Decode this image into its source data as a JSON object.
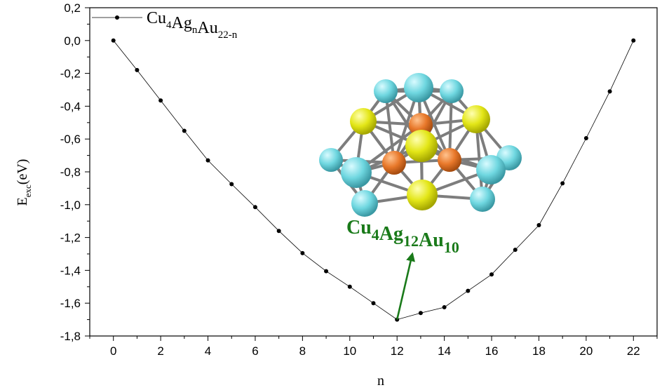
{
  "chart_data": {
    "type": "line",
    "title": "",
    "xlabel": "n",
    "ylabel": {
      "main": "E",
      "sub": "exc",
      "tail": "(eV)"
    },
    "xlim": [
      -1,
      23
    ],
    "ylim": [
      -1.8,
      0.2
    ],
    "xticks": [
      "0",
      "2",
      "4",
      "6",
      "8",
      "10",
      "12",
      "14",
      "16",
      "18",
      "20",
      "22"
    ],
    "xtick_values": [
      0,
      2,
      4,
      6,
      8,
      10,
      12,
      14,
      16,
      18,
      20,
      22
    ],
    "yticks": [
      "0,2",
      "0,0",
      "-0,2",
      "-0,4",
      "-0,6",
      "-0,8",
      "-1,0",
      "-1,2",
      "-1,4",
      "-1,6",
      "-1,8"
    ],
    "ytick_values": [
      0.2,
      0.0,
      -0.2,
      -0.4,
      -0.6,
      -0.8,
      -1.0,
      -1.2,
      -1.4,
      -1.6,
      -1.8
    ],
    "grid": false,
    "legend_position": "top-left",
    "series": [
      {
        "name": "Cu4AgnAu22-n",
        "x": [
          0,
          1,
          2,
          3,
          4,
          5,
          6,
          7,
          8,
          9,
          10,
          11,
          12,
          13,
          14,
          15,
          16,
          17,
          18,
          19,
          20,
          21,
          22
        ],
        "y": [
          0.0,
          -0.18,
          -0.365,
          -0.55,
          -0.73,
          -0.875,
          -1.015,
          -1.16,
          -1.295,
          -1.405,
          -1.5,
          -1.6,
          -1.7,
          -1.66,
          -1.625,
          -1.525,
          -1.425,
          -1.275,
          -1.125,
          -0.87,
          -0.595,
          -0.31,
          0.0
        ],
        "color": "#000000"
      }
    ],
    "legend": {
      "parts": [
        {
          "text": "Cu",
          "sub": "4"
        },
        {
          "text": "Ag",
          "sub": "n"
        },
        {
          "text": "Au",
          "sub": "22-n"
        }
      ]
    },
    "annotation": {
      "parts": [
        {
          "text": "Cu",
          "sub": "4"
        },
        {
          "text": "Ag",
          "sub": "12"
        },
        {
          "text": "Au",
          "sub": "10"
        }
      ],
      "color": "#1a7a1a",
      "arrow_to": [
        12,
        -1.7
      ]
    }
  },
  "cluster_image": {
    "atom_colors": {
      "Cu": "#e8782a",
      "Ag": "#e3e617",
      "Au": "#6fd7e0"
    },
    "bond_color": "#7d7d7d"
  }
}
